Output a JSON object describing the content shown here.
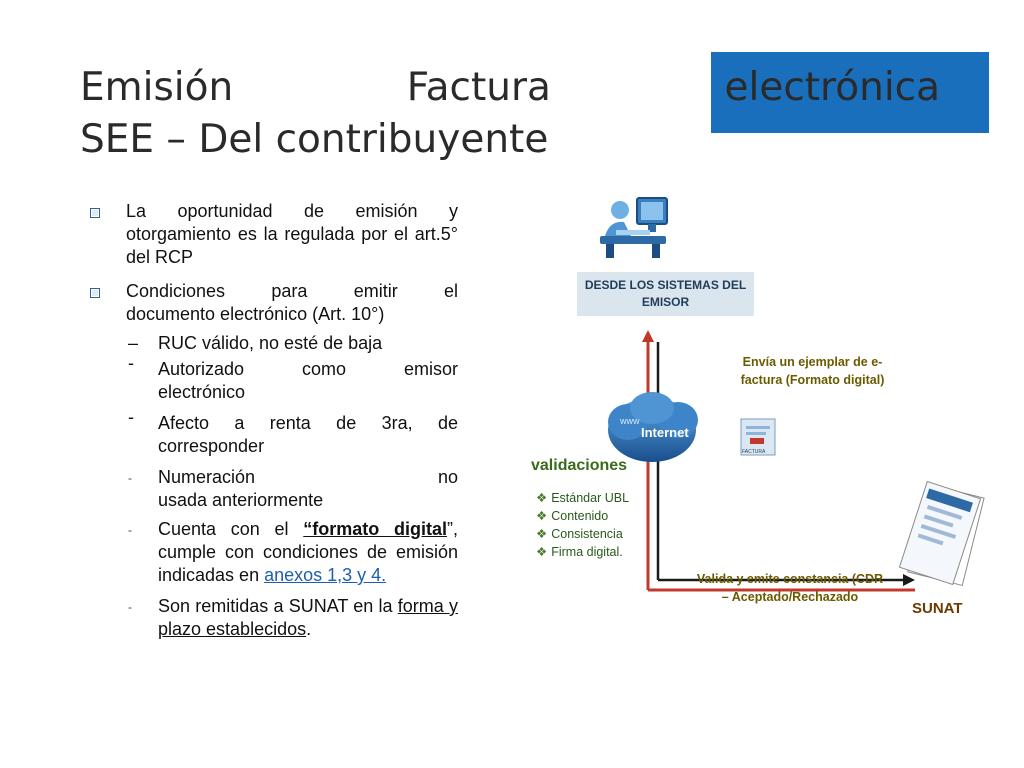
{
  "title": {
    "line1_word1": "Emisión",
    "line1_word2": "Factura",
    "line1_word3": "electrónica",
    "line2": "SEE – Del contribuyente"
  },
  "colors": {
    "title_box": "#1a6fbd",
    "arrow_red": "#c0392b",
    "arrow_dark": "#1a1a1a",
    "box_fill": "#dbe5ee"
  },
  "bullets": {
    "b1": "La oportunidad de emisión y otorgamiento es la regulada por el art.5° del RCP",
    "b2_a": "Condiciones",
    "b2_b": "para",
    "b2_c": "emitir",
    "b2_d": "el",
    "b2_rest": "documento electrónico (Art. 10°)",
    "s1": "RUC válido, no esté de baja",
    "s2_a": "Autorizado",
    "s2_b": "como",
    "s2_c": "emisor",
    "s2_rest": "electrónico",
    "s3": "Afecto a renta de 3ra, de corresponder",
    "s4_a": "Numeración",
    "s4_b": "no",
    "s4_rest": "usada anteriormente",
    "s5_a": "Cuenta con el ",
    "s5_b": "“formato digital",
    "s5_c": "”, cumple con condiciones de emisión indicadas en ",
    "s5_link": "anexos 1,3 y 4.",
    "s6_a": "Son remitidas a SUNAT en la ",
    "s6_b": "forma y plazo establecidos",
    "s6_c": "."
  },
  "diagram": {
    "emisor_box": "DESDE LOS SISTEMAS DEL EMISOR",
    "envia": "Envía un ejemplar de e-factura (Formato digital)",
    "internet_label": "Internet",
    "www_label": "www",
    "factura_label": "FACTURA",
    "validaciones_title": "validaciones",
    "checks": [
      "Estándar UBL",
      "Contenido",
      "Consistencia",
      "Firma digital."
    ],
    "valida": "Valida y emite constancia (CDR – Aceptado/Rechazado",
    "sunat_label": "SUNAT"
  }
}
